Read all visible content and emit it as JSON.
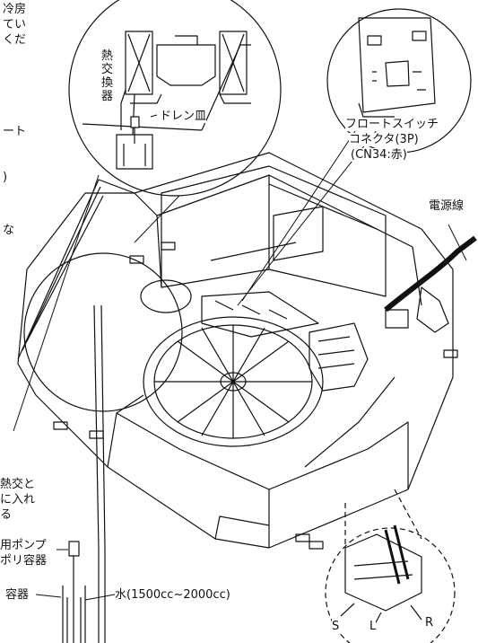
{
  "page": {
    "edge_text_top": [
      "冷房",
      "てい",
      "くだ"
    ],
    "edge_text_mid": [
      "ート",
      ")",
      "な"
    ],
    "edge_text_left": [
      "熱交と",
      "に入れ",
      "る"
    ]
  },
  "labels": {
    "heat_exchanger": "熱交換器",
    "drain_pan": "ドレン皿",
    "float_switch_line1": "フロートスイッチ",
    "float_switch_line2": "コネクタ(3P)",
    "float_switch_line3": "(CN34:赤)",
    "power_cable": "電源線",
    "pump_line1": "用ポンプ",
    "pump_line2": "ポリ容器",
    "container": "容器",
    "water": "水(1500cc~2000cc)",
    "terminal_s": "S",
    "terminal_l": "L",
    "terminal_r": "R"
  }
}
